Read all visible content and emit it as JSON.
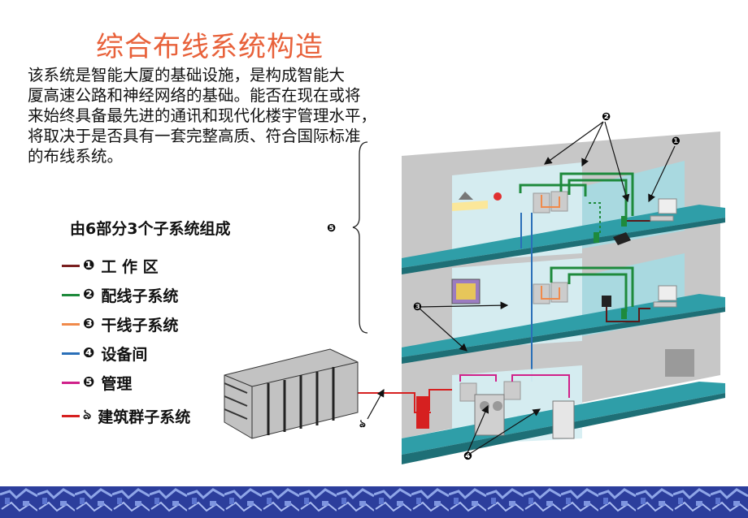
{
  "title": "综合布线系统构造",
  "description": [
    " 该系统是智能大厦的基础设施，是构成智能大",
    "厦高速公路和神经网络的基础。能否在现在或将",
    "来始终具备最先进的通讯和现代化楼宇管理水平，",
    "将取决于是否具有一套完整高质、符合国际标准",
    "的布线系统。"
  ],
  "composition": "由6部分3个子系统组成",
  "legend": [
    {
      "num": "❶",
      "label": "工 作 区",
      "color": "#7a1f1f"
    },
    {
      "num": "❷",
      "label": "配线子系统",
      "color": "#1e8a3c"
    },
    {
      "num": "❸",
      "label": "干线子系统",
      "color": "#f08a4b"
    },
    {
      "num": "❹",
      "label": "设备间",
      "color": "#2a6fb8"
    },
    {
      "num": "❺",
      "label": "管理",
      "color": "#d0218a"
    },
    {
      "num": "ঌ",
      "label": "建筑群子系统",
      "color": "#d62020"
    }
  ],
  "callouts": {
    "c1": "❶",
    "c2": "❷",
    "c3": "❸",
    "c4": "❹",
    "c5": "❺",
    "c6": "ঌ"
  }
}
